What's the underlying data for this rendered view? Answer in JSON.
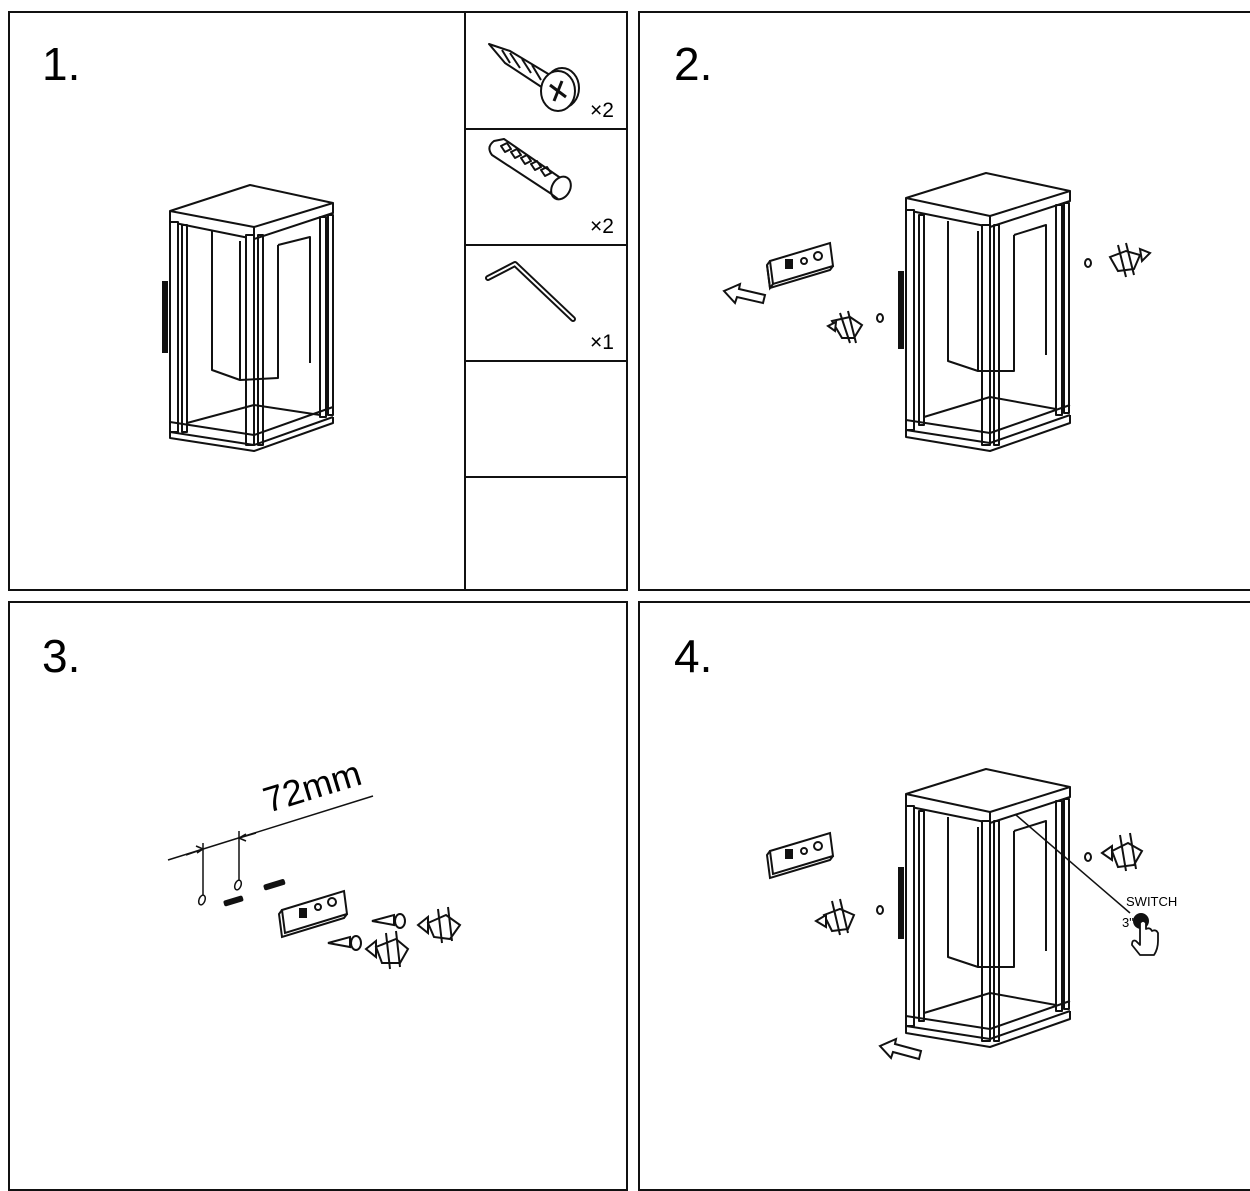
{
  "steps": [
    {
      "number": "1."
    },
    {
      "number": "2."
    },
    {
      "number": "3."
    },
    {
      "number": "4."
    }
  ],
  "parts": [
    {
      "icon": "screw-icon",
      "quantity": "×2"
    },
    {
      "icon": "wall-plug-icon",
      "quantity": "×2"
    },
    {
      "icon": "allen-key-icon",
      "quantity": "×1"
    }
  ],
  "step3": {
    "dimension": "72mm"
  },
  "step4": {
    "switch_label": "SWITCH",
    "press_time": "3\""
  },
  "colors": {
    "line": "#111111",
    "background": "#ffffff"
  }
}
